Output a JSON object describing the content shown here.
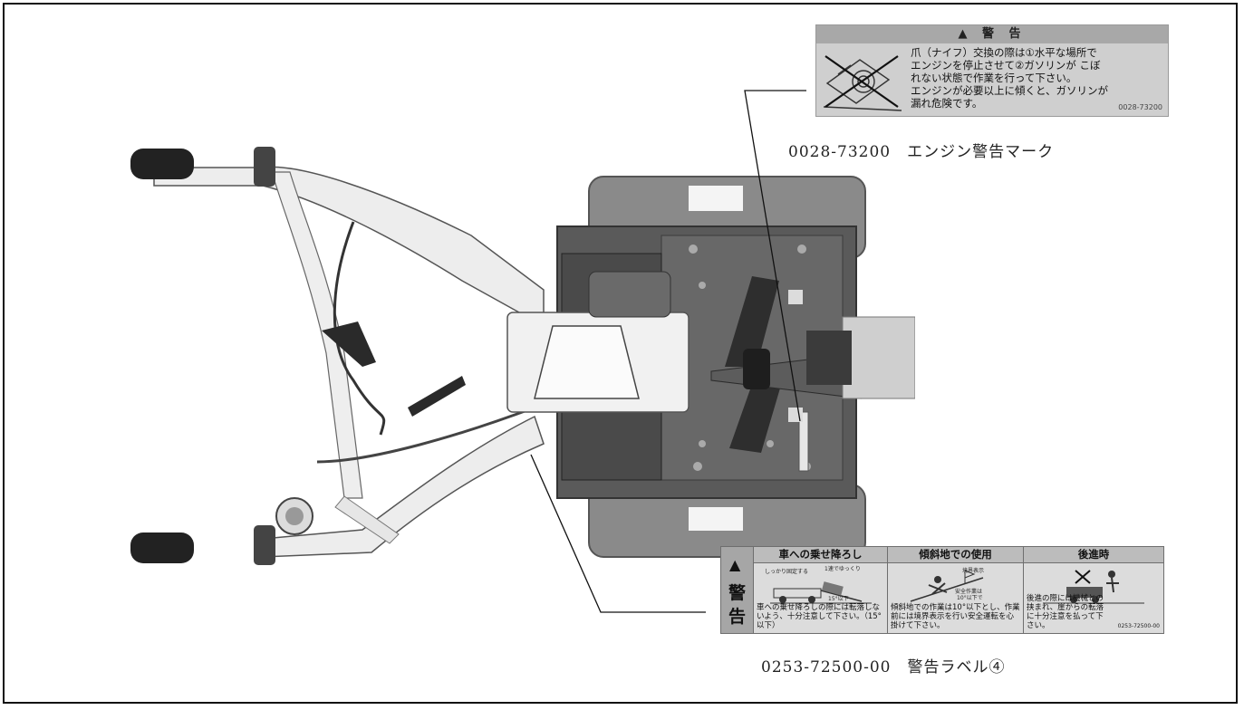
{
  "engine_label": {
    "header": "▲ 警 告",
    "lines": [
      "爪（ナイフ）交換の際は①水平な場所で",
      "エンジンを停止させて②ガソリンが こぼ",
      "れない状態で作業を行って下さい。",
      "エンジンが必要以上に傾くと、ガソリンが",
      "漏れ危険です。"
    ],
    "code": "0028-73200"
  },
  "engine_caption": "0028-73200　エンジン警告マーク",
  "warning_label": {
    "side_triangle": "▲",
    "side_chars": [
      "警",
      "告"
    ],
    "sections": [
      {
        "title": "車への乗せ降ろし",
        "text": "車への乗せ降ろしの際には転落しないよう、十分注意して下さい。（15°以下）",
        "tiny": [
          "しっかり固定する",
          "1速でゆっくり",
          "15°以下"
        ]
      },
      {
        "title": "傾斜地での使用",
        "text": "傾斜地での作業は10°以下とし、作業前には境界表示を行い安全運転を心掛けて下さい。",
        "tiny": [
          "境界表示",
          "安全作業は",
          "10°以下で"
        ]
      },
      {
        "title": "後進時",
        "text": "後進の際には機械との挟まれ、崖からの転落に十分注意を払って下さい。",
        "code": "0253-72500-00"
      }
    ]
  },
  "warning_caption": "0253-72500-00　警告ラベル④",
  "colors": {
    "label_bg": "#cfcfcf",
    "label_header": "#a8a8a8",
    "machine_body": "#5e5e5e",
    "tyre": "#8a8a8a",
    "handle": "#eeeeee"
  }
}
